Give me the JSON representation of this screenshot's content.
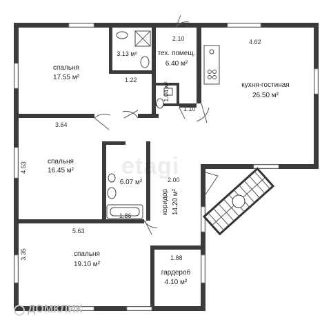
{
  "rooms": [
    {
      "id": "bedroom1",
      "name": "спальня",
      "area": "17.55 м²"
    },
    {
      "id": "bathroom1",
      "name": "",
      "area": "3.13 м²"
    },
    {
      "id": "utility",
      "name": "тех. помещ.",
      "area": "6.40 м²"
    },
    {
      "id": "kitchen",
      "name": "кухня-гостиная",
      "area": "26.50 м²"
    },
    {
      "id": "wc",
      "name": "",
      "area": "1.04 м²"
    },
    {
      "id": "bedroom2",
      "name": "спальня",
      "area": "16.45 м²"
    },
    {
      "id": "bathroom2",
      "name": "",
      "area": "6.07 м²"
    },
    {
      "id": "corridor",
      "name": "коридор",
      "area": "14.20 м²"
    },
    {
      "id": "bedroom3",
      "name": "спальня",
      "area": "19.10 м²"
    },
    {
      "id": "wardrobe",
      "name": "гардероб",
      "area": "4.10 м²"
    }
  ],
  "dimensions": {
    "d1": "2.10",
    "d2": "4.62",
    "d3": "1.22",
    "d4": "1.10",
    "d5": "3.64",
    "d6": "4.53",
    "d7": "2.00",
    "d8": "1.86",
    "d9": "5.63",
    "d10": "3.35",
    "d11": "1.88"
  },
  "watermark": "etagi",
  "logo": "ДОМКЛИК"
}
